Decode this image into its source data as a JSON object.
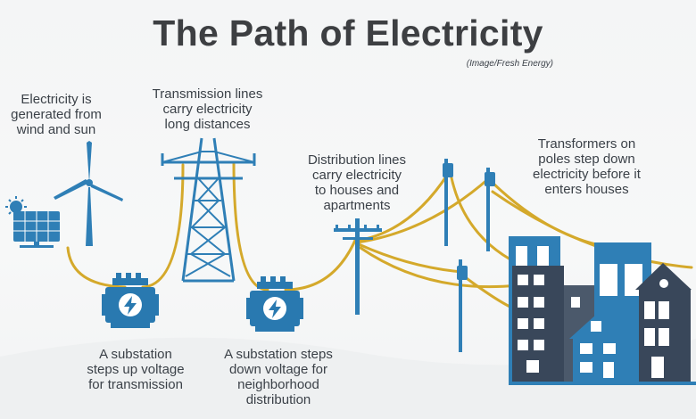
{
  "title": "The Path of Electricity",
  "credit": "(Image/Fresh Energy)",
  "labels": {
    "generation": "Electricity is\ngenerated from\nwind and sun",
    "transmission": "Transmission lines\ncarry electricity\nlong distances",
    "distribution": "Distribution lines\ncarry electricity\nto houses and\napartments",
    "transformers": "Transformers on\npoles step down\nelectricity before it\nenters houses",
    "substation_up": "A substation\nsteps up voltage\nfor transmission",
    "substation_down": "A substation steps\ndown voltage for\nneighborhood\ndistribution"
  },
  "colors": {
    "wire": "#d4a92b",
    "structure": "#2f7fb6",
    "substation": "#2979b0",
    "building_dark": "#39475a",
    "building_blue": "#2f7fb6",
    "text": "#3b4148"
  }
}
